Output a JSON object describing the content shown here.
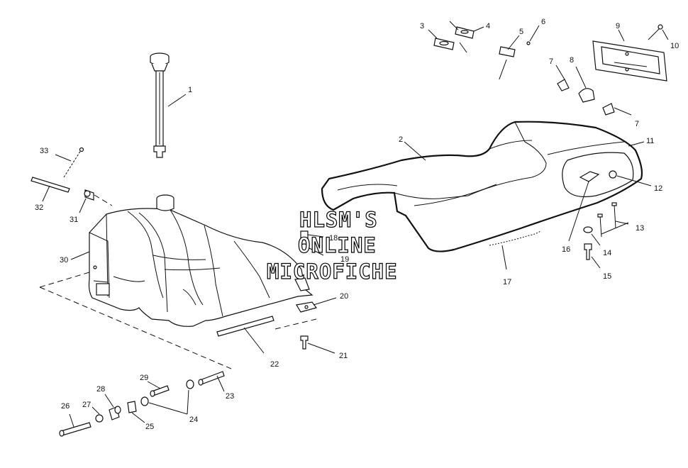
{
  "watermark": {
    "line1": "HLSM'S",
    "line2": "ONLINE",
    "line3": "MICROFICHE"
  },
  "callouts": [
    {
      "id": "c1",
      "text": "1"
    },
    {
      "id": "c2",
      "text": "2"
    },
    {
      "id": "c3",
      "text": "3"
    },
    {
      "id": "c4",
      "text": "4"
    },
    {
      "id": "c5",
      "text": "5"
    },
    {
      "id": "c6",
      "text": "6"
    },
    {
      "id": "c7a",
      "text": "7"
    },
    {
      "id": "c7b",
      "text": "7"
    },
    {
      "id": "c8",
      "text": "8"
    },
    {
      "id": "c9",
      "text": "9"
    },
    {
      "id": "c10",
      "text": "10"
    },
    {
      "id": "c11",
      "text": "11"
    },
    {
      "id": "c12",
      "text": "12"
    },
    {
      "id": "c13",
      "text": "13"
    },
    {
      "id": "c14",
      "text": "14"
    },
    {
      "id": "c15",
      "text": "15"
    },
    {
      "id": "c16",
      "text": "16"
    },
    {
      "id": "c17",
      "text": "17"
    },
    {
      "id": "c18",
      "text": "18"
    },
    {
      "id": "c19",
      "text": "19"
    },
    {
      "id": "c20",
      "text": "20"
    },
    {
      "id": "c21",
      "text": "21"
    },
    {
      "id": "c22",
      "text": "22"
    },
    {
      "id": "c23",
      "text": "23"
    },
    {
      "id": "c24",
      "text": "24"
    },
    {
      "id": "c25",
      "text": "25"
    },
    {
      "id": "c26",
      "text": "26"
    },
    {
      "id": "c27",
      "text": "27"
    },
    {
      "id": "c28",
      "text": "28"
    },
    {
      "id": "c29",
      "text": "29"
    },
    {
      "id": "c30",
      "text": "30"
    },
    {
      "id": "c31",
      "text": "31"
    },
    {
      "id": "c32",
      "text": "32"
    },
    {
      "id": "c33",
      "text": "33"
    }
  ]
}
